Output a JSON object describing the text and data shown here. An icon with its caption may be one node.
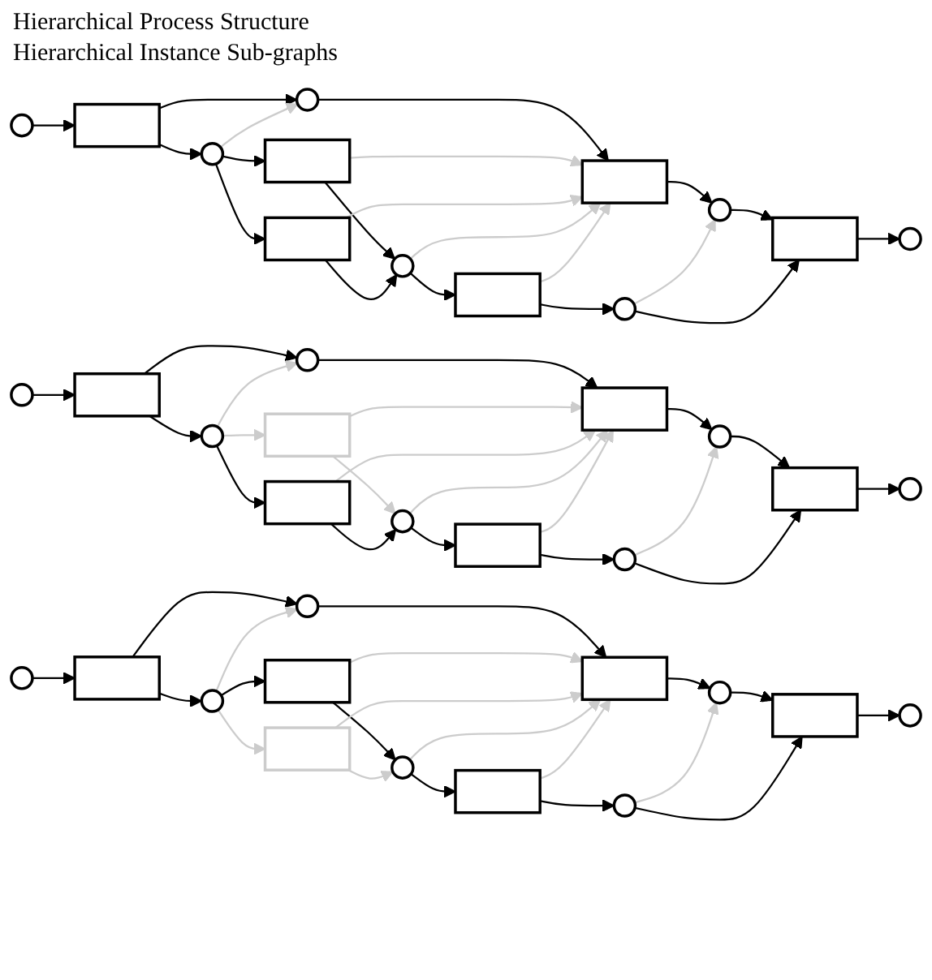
{
  "diagram": {
    "nodes": [
      {
        "text": [],
        "shape": "circle"
      },
      {
        "text": [],
        "shape": "box"
      },
      {
        "text": [],
        "shape": "circle"
      },
      {
        "text": [],
        "shape": "box"
      },
      {
        "text": [],
        "shape": "circle"
      },
      {
        "text": [],
        "shape": "box"
      },
      {
        "text": [],
        "shape": "circle"
      },
      {
        "text": [],
        "shape": "box"
      },
      {
        "text": [],
        "shape": "circle"
      },
      {
        "text": [],
        "shape": "circle"
      },
      {
        "text": [],
        "shape": "box"
      },
      {
        "text": [],
        "shape": "circle"
      },
      {
        "text": [],
        "shape": "box"
      },
      {
        "text": [],
        "shape": "circle"
      },
      {
        "text": [],
        "shape": "box"
      },
      {
        "text": [],
        "shape": "circle"
      },
      {
        "text": [],
        "shape": "box"
      },
      {
        "text": [],
        "shape": "circle"
      },
      {
        "text": [],
        "shape": "box"
      },
      {
        "text": [],
        "shape": "circle"
      },
      {
        "text": [],
        "shape": "box"
      },
      {
        "text": [],
        "shape": "circle"
      },
      {
        "text": [],
        "shape": "circle"
      },
      {
        "text": [],
        "shape": "box"
      },
      {
        "text": [],
        "shape": "circle"
      },
      {
        "text": [],
        "shape": "box"
      },
      {
        "text": [],
        "shape": "circle"
      },
      {
        "text": [],
        "shape": "box"
      },
      {
        "text": [],
        "shape": "circle"
      },
      {
        "text": [],
        "shape": "box"
      },
      {
        "text": [],
        "shape": "circle"
      },
      {
        "text": [],
        "shape": "box"
      },
      {
        "text": [],
        "shape": "circle"
      },
      {
        "text": [],
        "shape": "box"
      },
      {
        "text": [],
        "shape": "circle"
      },
      {
        "text": [],
        "shape": "circle"
      },
      {
        "text": [],
        "shape": "box"
      },
      {
        "text": [],
        "shape": "circle"
      },
      {
        "text": [],
        "shape": "box"
      }
    ],
    "edges": [
      {
        "from": 0,
        "to": 1,
        "arrow": "to"
      },
      {
        "from": 1,
        "to": 2,
        "arrow": "to"
      },
      {
        "from": 2,
        "to": 3,
        "arrow": "to"
      },
      {
        "from": 3,
        "to": 4,
        "arrow": "to"
      },
      {
        "from": 4,
        "to": 5,
        "arrow": "to"
      },
      {
        "from": 5,
        "to": 6,
        "arrow": "to"
      },
      {
        "from": 1,
        "to": 8,
        "arrow": "to"
      },
      {
        "from": 8,
        "to": 7,
        "arrow": "to"
      },
      {
        "from": 8,
        "to": 12,
        "arrow": "to"
      },
      {
        "from": 7,
        "to": 9,
        "arrow": "to"
      },
      {
        "from": 12,
        "to": 9,
        "arrow": "to"
      },
      {
        "from": 9,
        "to": 10,
        "arrow": "to"
      },
      {
        "from": 10,
        "to": 11,
        "arrow": "to"
      },
      {
        "from": 11,
        "to": 5,
        "arrow": "to"
      },
      {
        "from": 8,
        "to": 2,
        "arrow": "to",
        "color": "#cccccc"
      },
      {
        "from": 7,
        "to": 3,
        "arrow": "to",
        "color": "#cccccc"
      },
      {
        "from": 12,
        "to": 3,
        "arrow": "to",
        "color": "#cccccc"
      },
      {
        "from": 9,
        "to": 3,
        "arrow": "to",
        "color": "#cccccc"
      },
      {
        "from": 10,
        "to": 3,
        "arrow": "to",
        "color": "#cccccc"
      },
      {
        "from": 11,
        "to": 4,
        "arrow": "to",
        "color": "#cccccc"
      },
      {
        "from": 13,
        "to": 14,
        "arrow": "to"
      },
      {
        "from": 14,
        "to": 15,
        "arrow": "to"
      },
      {
        "from": 15,
        "to": 16,
        "arrow": "to"
      },
      {
        "from": 16,
        "to": 17,
        "arrow": "to"
      },
      {
        "from": 17,
        "to": 18,
        "arrow": "to"
      },
      {
        "from": 18,
        "to": 19,
        "arrow": "to"
      },
      {
        "from": 14,
        "to": 21,
        "arrow": "to"
      },
      {
        "from": 21,
        "to": 20,
        "arrow": "to",
        "color": "#cccccc"
      },
      {
        "from": 21,
        "to": 25,
        "arrow": "to"
      },
      {
        "from": 20,
        "to": 22,
        "arrow": "to",
        "color": "#cccccc"
      },
      {
        "from": 25,
        "to": 22,
        "arrow": "to"
      },
      {
        "from": 22,
        "to": 23,
        "arrow": "to"
      },
      {
        "from": 23,
        "to": 24,
        "arrow": "to"
      },
      {
        "from": 24,
        "to": 18,
        "arrow": "to"
      },
      {
        "from": 21,
        "to": 15,
        "arrow": "to",
        "color": "#cccccc"
      },
      {
        "from": 20,
        "to": 16,
        "arrow": "to",
        "color": "#cccccc"
      },
      {
        "from": 25,
        "to": 16,
        "arrow": "to",
        "color": "#cccccc"
      },
      {
        "from": 22,
        "to": 16,
        "arrow": "to",
        "color": "#cccccc"
      },
      {
        "from": 23,
        "to": 16,
        "arrow": "to",
        "color": "#cccccc"
      },
      {
        "from": 24,
        "to": 17,
        "arrow": "to",
        "color": "#cccccc"
      },
      {
        "from": 26,
        "to": 27,
        "arrow": "to"
      },
      {
        "from": 27,
        "to": 28,
        "arrow": "to"
      },
      {
        "from": 28,
        "to": 29,
        "arrow": "to"
      },
      {
        "from": 29,
        "to": 30,
        "arrow": "to"
      },
      {
        "from": 30,
        "to": 31,
        "arrow": "to"
      },
      {
        "from": 31,
        "to": 32,
        "arrow": "to"
      },
      {
        "from": 27,
        "to": 34,
        "arrow": "to"
      },
      {
        "from": 34,
        "to": 33,
        "arrow": "to"
      },
      {
        "from": 34,
        "to": 38,
        "arrow": "to",
        "color": "#cccccc"
      },
      {
        "from": 33,
        "to": 35,
        "arrow": "to"
      },
      {
        "from": 38,
        "to": 35,
        "arrow": "to",
        "color": "#cccccc"
      },
      {
        "from": 35,
        "to": 36,
        "arrow": "to"
      },
      {
        "from": 36,
        "to": 37,
        "arrow": "to"
      },
      {
        "from": 37,
        "to": 31,
        "arrow": "to"
      },
      {
        "from": 34,
        "to": 28,
        "arrow": "to",
        "color": "#cccccc"
      },
      {
        "from": 33,
        "to": 29,
        "arrow": "to",
        "color": "#cccccc"
      },
      {
        "from": 38,
        "to": 29,
        "arrow": "to",
        "color": "#cccccc"
      },
      {
        "from": 35,
        "to": 29,
        "arrow": "to",
        "color": "#cccccc"
      },
      {
        "from": 36,
        "to": 29,
        "arrow": "to",
        "color": "#cccccc"
      },
      {
        "from": 37,
        "to": 30,
        "arrow": "to",
        "color": "#cccccc"
      }
    ],
    "labels": [
      "Hierarchical Process Structure",
      "Hierarchical Instance Sub-graphs"
    ]
  }
}
